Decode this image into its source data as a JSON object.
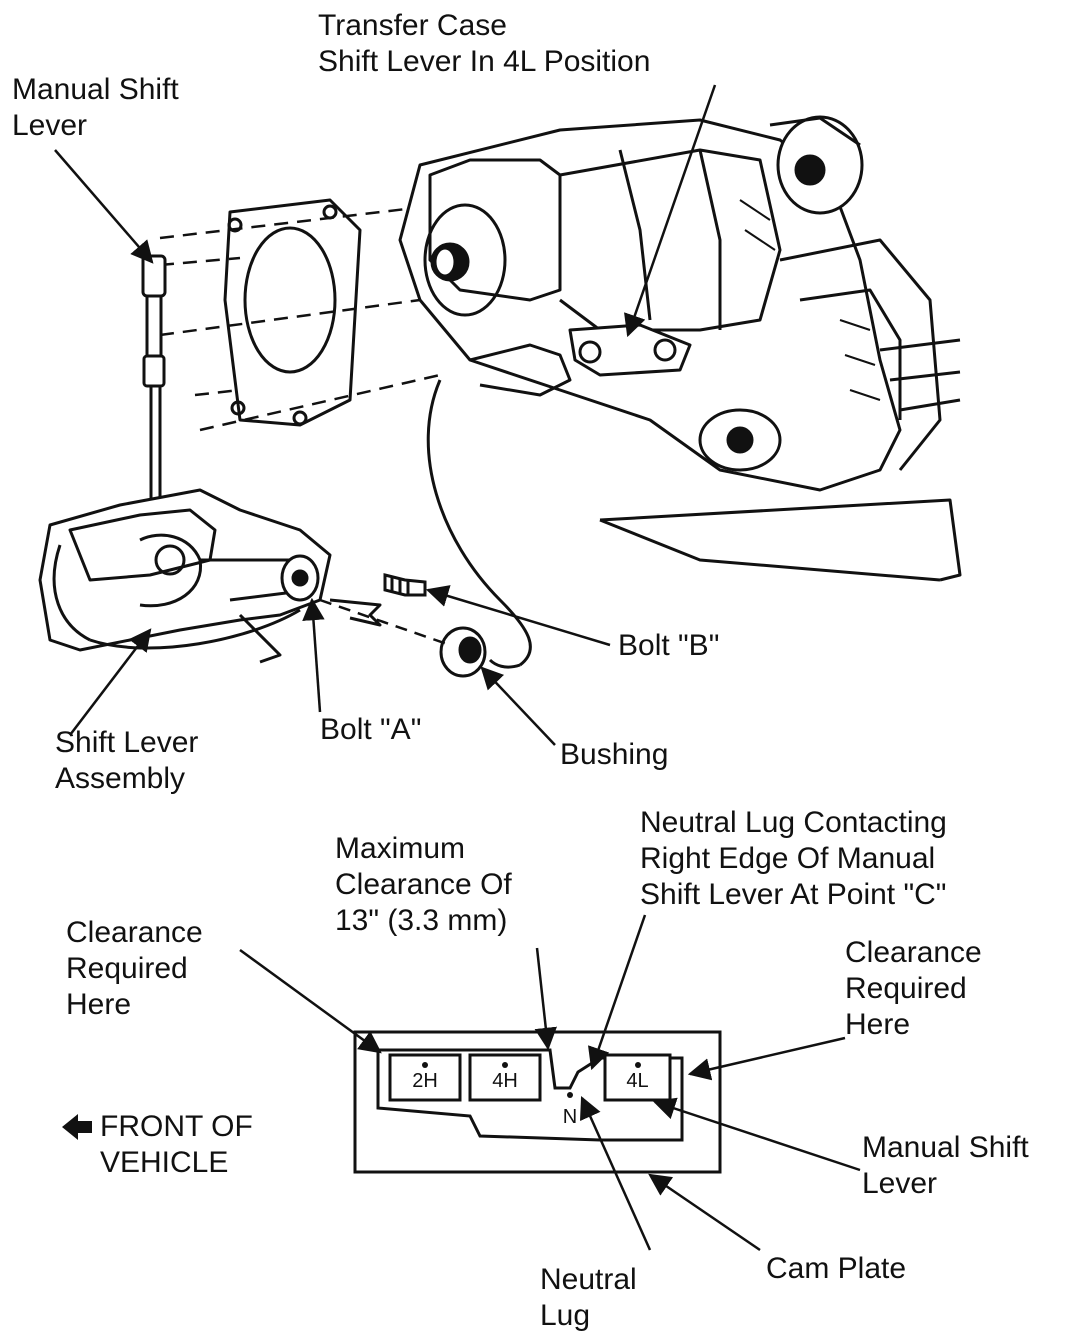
{
  "colors": {
    "ink": "#111111",
    "paper": "#ffffff"
  },
  "labels": {
    "transfer_case": [
      "Transfer Case",
      "Shift Lever In 4L Position"
    ],
    "manual_shift_lever_top": [
      "Manual Shift",
      "Lever"
    ],
    "bolt_b": "Bolt \"B\"",
    "bolt_a": "Bolt \"A\"",
    "bushing": "Bushing",
    "shift_lever_assembly": [
      "Shift Lever",
      "Assembly"
    ],
    "maximum_clearance": [
      "Maximum",
      "Clearance Of",
      "13\" (3.3 mm)"
    ],
    "neutral_lug_contacting": [
      "Neutral Lug Contacting",
      "Right Edge Of Manual",
      "Shift Lever At Point \"C\""
    ],
    "clearance_left": [
      "Clearance",
      "Required",
      "Here"
    ],
    "clearance_right": [
      "Clearance",
      "Required",
      "Here"
    ],
    "front_of_vehicle": [
      "FRONT OF",
      "VEHICLE"
    ],
    "manual_shift_lever_bottom": [
      "Manual Shift",
      "Lever"
    ],
    "cam_plate": "Cam Plate",
    "neutral_lug": [
      "Neutral",
      "Lug"
    ]
  },
  "cam_positions": [
    "2H",
    "4H",
    "N",
    "4L"
  ],
  "icons": {
    "front_arrow": "left-arrow-icon"
  }
}
